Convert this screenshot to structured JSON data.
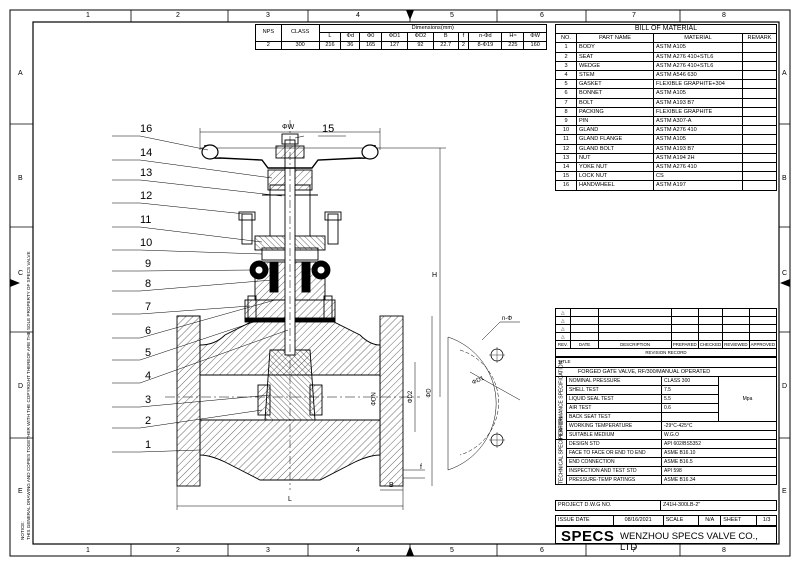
{
  "zones": {
    "top": [
      "1",
      "2",
      "3",
      "4",
      "5",
      "6",
      "7",
      "8"
    ],
    "side": [
      "A",
      "B",
      "C",
      "D",
      "E"
    ]
  },
  "dim_table": {
    "dimensions_header": "Dimensions(mm)",
    "headers": [
      "NPS",
      "CLASS",
      "L",
      "Φd",
      "Φ0",
      "ΦD1",
      "ΦD2",
      "B",
      "f",
      "n-Φd",
      "H≈",
      "ΦW"
    ],
    "row": [
      "2",
      "300",
      "216",
      "36",
      "165",
      "127",
      "92",
      "22.7",
      "2",
      "8-Φ19",
      "225",
      "160"
    ]
  },
  "bom": {
    "title": "BILL OF MATERIAL",
    "headers": [
      "NO.",
      "PART NAME",
      "MATERIAL",
      "REMARK"
    ],
    "rows": [
      [
        "1",
        "BODY",
        "ASTM A105",
        ""
      ],
      [
        "2",
        "SEAT",
        "ASTM A276 410+STL6",
        ""
      ],
      [
        "3",
        "WEDGE",
        "ASTM A276 410+STL6",
        ""
      ],
      [
        "4",
        "STEM",
        "ASTM A546 630",
        ""
      ],
      [
        "5",
        "GASKET",
        "FLEXIBLE GRAPHITE+304",
        ""
      ],
      [
        "6",
        "BONNET",
        "ASTM A105",
        ""
      ],
      [
        "7",
        "BOLT",
        "ASTM A193 B7",
        ""
      ],
      [
        "8",
        "PACKING",
        "FLEXIBLE GRAPHITE",
        ""
      ],
      [
        "9",
        "PIN",
        "ASTM A307-A",
        ""
      ],
      [
        "10",
        "GLAND",
        "ASTM A276 410",
        ""
      ],
      [
        "11",
        "GLAND FLANGE",
        "ASTM A105",
        ""
      ],
      [
        "12",
        "GLAND BOLT",
        "ASTM A193 B7",
        ""
      ],
      [
        "13",
        "NUT",
        "ASTM A194 2H",
        ""
      ],
      [
        "14",
        "YOKE NUT",
        "ASTM A276 410",
        ""
      ],
      [
        "15",
        "LOCK NUT",
        "CS",
        ""
      ],
      [
        "16",
        "HANDWHEEL",
        "ASTM A197",
        ""
      ]
    ]
  },
  "revision": {
    "headers": [
      "REV.",
      "DATE",
      "DESCRIPTION",
      "PREPARED",
      "CHECKED",
      "REVIEWED",
      "APPROVED"
    ],
    "caption": "REVISION RECORD"
  },
  "title_block": {
    "title_label": "TITLE",
    "title_value": "FORGED GATE VALVE, RF/300/MANUAL OPERATED"
  },
  "performance": {
    "label": "PERFORMANCE SPECIFICATION",
    "rows": [
      [
        "NOMINAL PRESSURE",
        "CLASS 300"
      ],
      [
        "SHELL TEST",
        "7.5"
      ],
      [
        "LIQUID SEAL TEST",
        "5.5"
      ],
      [
        "AIR TEST",
        "0.6"
      ],
      [
        "BACK SEAT TEST",
        ""
      ],
      [
        "WORKING TEMPERATURE",
        "-29°C-425°C"
      ],
      [
        "SUITABLE MEDIUM",
        "W.G.O"
      ]
    ],
    "unit": "Mpa"
  },
  "technical": {
    "label": "TECHNICAL SPECIFICATION",
    "rows": [
      [
        "DESIGN STD",
        "API 602/BS5352"
      ],
      [
        "FACE TO FACE OR END TO END",
        "ASME B16.10"
      ],
      [
        "END CONNECTION",
        "ASME B16.5"
      ],
      [
        "INSPECTION AND TEST STD",
        "API 598"
      ],
      [
        "PRESSURE-TEMP RATINGS",
        "ASME B16.34"
      ]
    ]
  },
  "project": {
    "label": "PROJECT D.W.G NO.",
    "value": "Z41H-300LB-2\""
  },
  "issue": {
    "label": "ISSUE DATE",
    "date": "08/16/2021",
    "scale_label": "SCALE",
    "scale": "N/A",
    "sheet_label": "SHEET",
    "sheet": "1/3"
  },
  "company": {
    "brand": "SPECS",
    "name": "WENZHOU SPECS VALVE CO., LTD"
  },
  "notice": {
    "title": "NOTICE:",
    "text": "THIS GENERAL DRAWING AND COPIES TOGETHER WITH THE COPYRIGHT THEREOF ARE THE SOLE PROPERTY OF SPECS VALVE"
  },
  "drawing": {
    "balloons": [
      "16",
      "15",
      "14",
      "13",
      "12",
      "11",
      "10",
      "9",
      "8",
      "7",
      "6",
      "5",
      "4",
      "3",
      "2",
      "1"
    ],
    "dims": {
      "w": "ΦW",
      "h": "H",
      "l": "L",
      "b": "B",
      "f": "f",
      "d": "ΦD",
      "d2": "ΦD2",
      "dn": "ΦDN",
      "d1": "ΦD1",
      "nd": "n-Φ"
    }
  }
}
